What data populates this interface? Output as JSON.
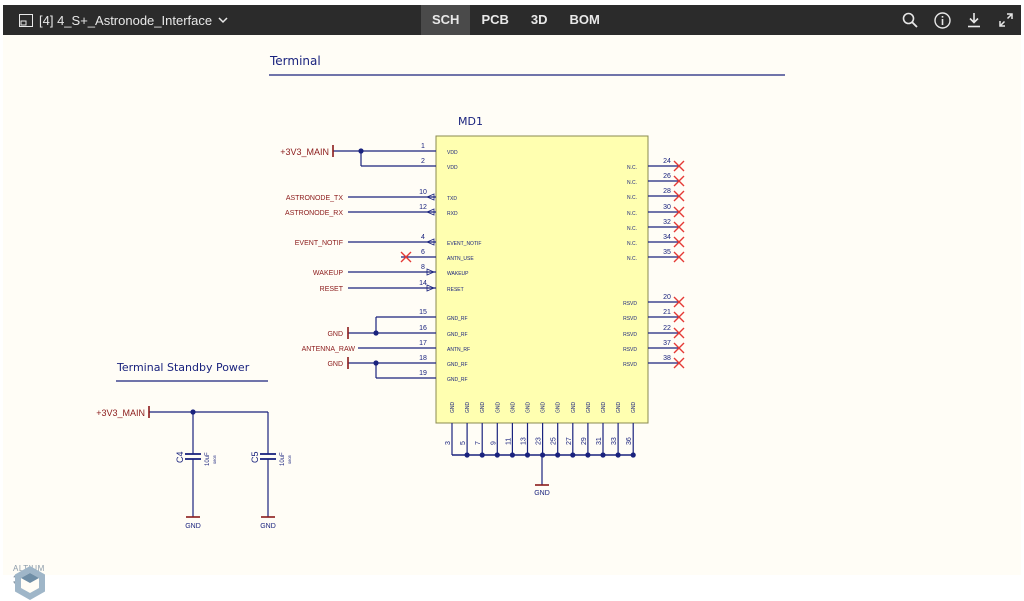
{
  "header": {
    "doc_title": "[4] 4_S+_Astronode_Interface",
    "tabs": [
      {
        "label": "SCH",
        "active": true
      },
      {
        "label": "PCB",
        "active": false
      },
      {
        "label": "3D",
        "active": false
      },
      {
        "label": "BOM",
        "active": false
      }
    ],
    "tool_icons": [
      "search-icon",
      "info-icon",
      "download-icon",
      "fullscreen-icon"
    ]
  },
  "schematic": {
    "section_terminal": "Terminal",
    "section_standby": "Terminal Standby Power",
    "component": {
      "designator": "MD1",
      "left_pins": [
        {
          "num": "1",
          "name": "VDD",
          "net": "+3V3_MAIN"
        },
        {
          "num": "2",
          "name": "VDD",
          "net": ""
        },
        {
          "num": "10",
          "name": "TXD",
          "net": "ASTRONODE_TX"
        },
        {
          "num": "12",
          "name": "RXD",
          "net": "ASTRONODE_RX"
        },
        {
          "num": "4",
          "name": "EVENT_NOTIF",
          "net": "EVENT_NOTIF"
        },
        {
          "num": "6",
          "name": "ANTN_USE",
          "net": ""
        },
        {
          "num": "8",
          "name": "WAKEUP",
          "net": "WAKEUP"
        },
        {
          "num": "14",
          "name": "RESET",
          "net": "RESET"
        },
        {
          "num": "15",
          "name": "GND_RF",
          "net": ""
        },
        {
          "num": "16",
          "name": "GND_RF",
          "net": "GND"
        },
        {
          "num": "17",
          "name": "ANTN_RF",
          "net": "ANTENNA_RAW"
        },
        {
          "num": "18",
          "name": "GND_RF",
          "net": "GND"
        },
        {
          "num": "19",
          "name": "GND_RF",
          "net": ""
        }
      ],
      "right_pins_nc": [
        {
          "num": "24",
          "name": "N.C."
        },
        {
          "num": "26",
          "name": "N.C."
        },
        {
          "num": "28",
          "name": "N.C."
        },
        {
          "num": "30",
          "name": "N.C."
        },
        {
          "num": "32",
          "name": "N.C."
        },
        {
          "num": "34",
          "name": "N.C."
        },
        {
          "num": "35",
          "name": "N.C."
        }
      ],
      "right_pins_rsvd": [
        {
          "num": "20",
          "name": "RSVD"
        },
        {
          "num": "21",
          "name": "RSVD"
        },
        {
          "num": "22",
          "name": "RSVD"
        },
        {
          "num": "37",
          "name": "RSVD"
        },
        {
          "num": "38",
          "name": "RSVD"
        }
      ],
      "bottom_pins": [
        "3",
        "5",
        "7",
        "9",
        "11",
        "13",
        "23",
        "25",
        "27",
        "29",
        "31",
        "33",
        "36"
      ],
      "bottom_pin_name": "GND",
      "bottom_net": "GND"
    },
    "standby": {
      "net": "+3V3_MAIN",
      "caps": [
        {
          "designator": "C4",
          "value": "10uF",
          "package": "0805",
          "gnd": "GND"
        },
        {
          "designator": "C5",
          "value": "10uF",
          "package": "0805",
          "gnd": "GND"
        }
      ]
    }
  },
  "branding": {
    "line1": "ALTIUM",
    "line2": "365"
  },
  "colors": {
    "wire": "#1a237e",
    "net_label": "#8b1a1a",
    "component_fill": "#ffffb0",
    "nc_mark": "#e53935"
  }
}
